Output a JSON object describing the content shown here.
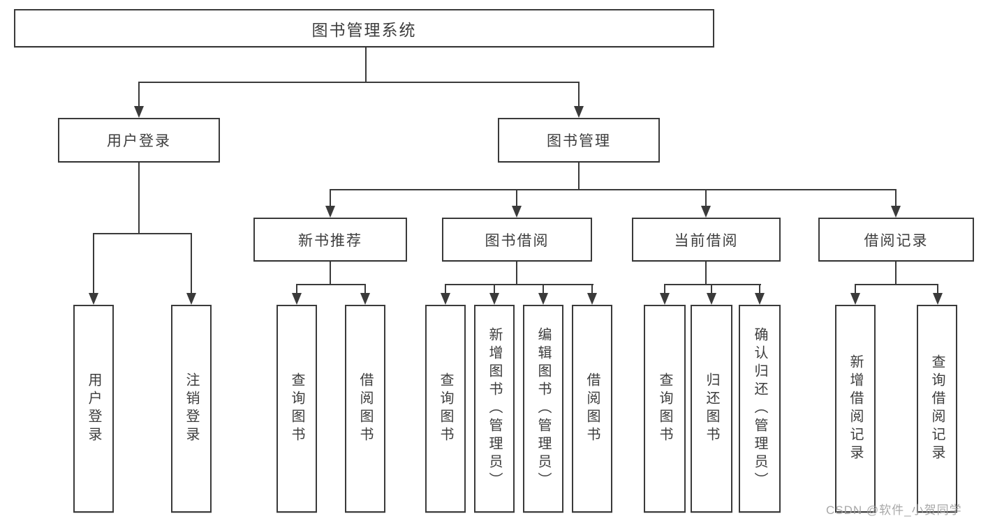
{
  "diagram": {
    "root": "图书管理系统",
    "branches": {
      "user_login": {
        "label": "用户登录",
        "children": {
          "login": "用户登录",
          "logout": "注销登录"
        }
      },
      "book_mgmt": {
        "label": "图书管理",
        "children": {
          "new_book_rec": {
            "label": "新书推荐",
            "children": {
              "query_book": "查询图书",
              "borrow_book": "借阅图书"
            }
          },
          "book_borrow": {
            "label": "图书借阅",
            "children": {
              "query_book": "查询图书",
              "add_book": "新增图书（管理员）",
              "edit_book": "编辑图书（管理员）",
              "borrow_book": "借阅图书"
            }
          },
          "current_borrow": {
            "label": "当前借阅",
            "children": {
              "query_book": "查询图书",
              "return_book": "归还图书",
              "confirm_return": "确认归还（管理员）"
            }
          },
          "borrow_records": {
            "label": "借阅记录",
            "children": {
              "add_record": "新增借阅记录",
              "query_record": "查询借阅记录"
            }
          }
        }
      }
    }
  },
  "watermark": {
    "text": "CSDN @软件_小贺同学"
  },
  "colors": {
    "line": "#3a3a3a",
    "text": "#3d3d3d",
    "watermark": "#9e9e9e",
    "background": "#ffffff"
  }
}
